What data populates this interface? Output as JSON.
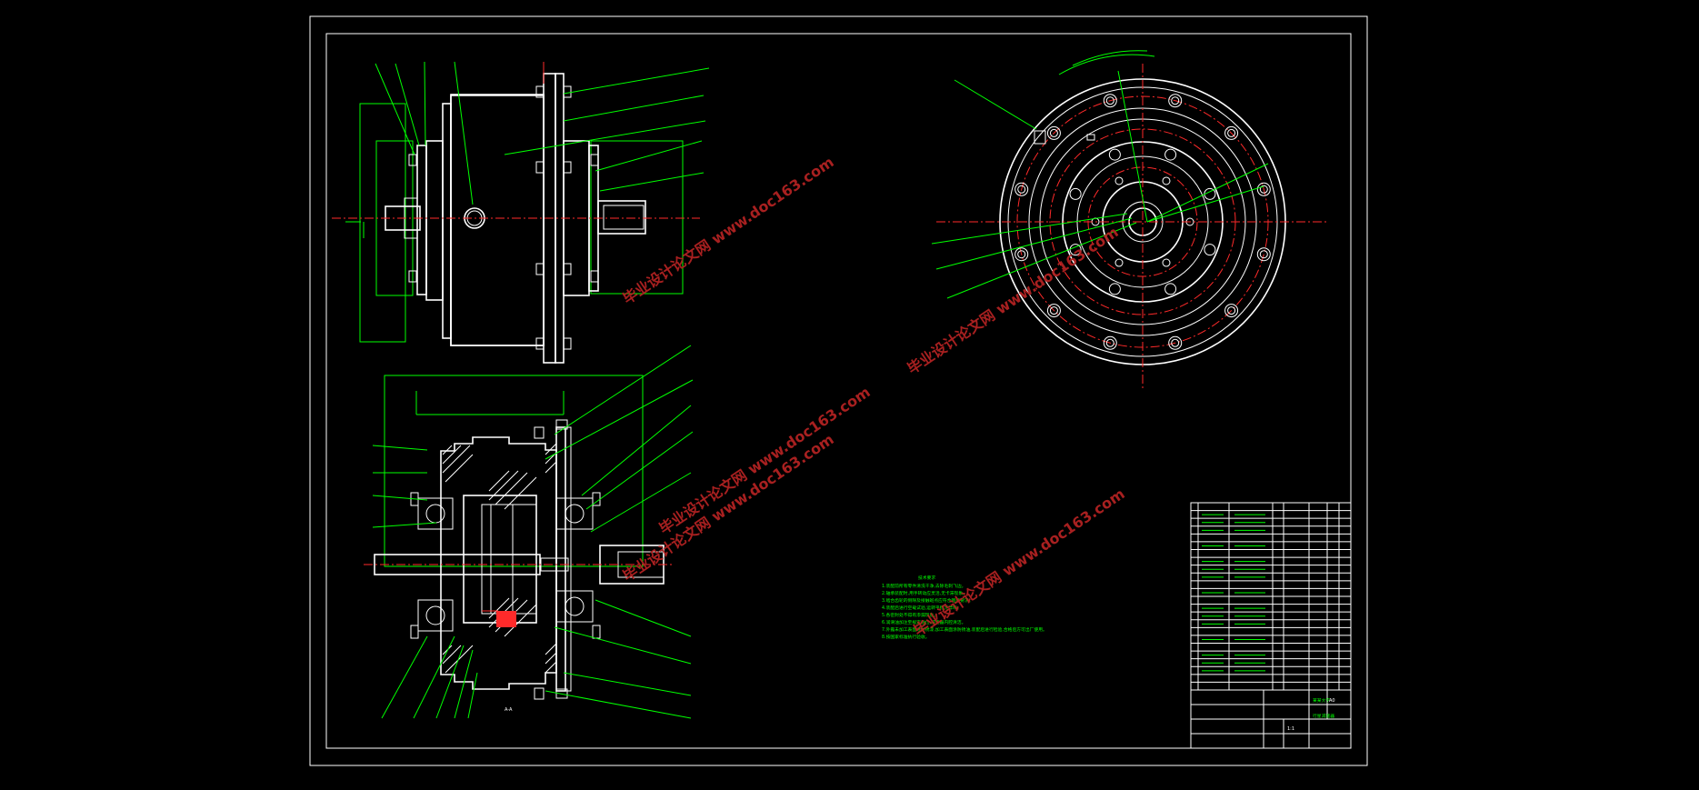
{
  "watermark": {
    "text": "毕业设计论文网 www.doc163.com"
  },
  "notes": {
    "title": "技术要求",
    "lines": [
      "1.装配前所有零件清洗干净,去除毛刺飞边。",
      "2.轴承装配时,用手转动应灵活,无卡滞现象。",
      "3.啮合齿轮的侧隙及接触斑点应符合图纸要求。",
      "4.装配后进行空载试验,运转平稳无异响。",
      "5.各密封处不得有渗漏现象。",
      "6.润滑油加注至规定油位,减速器内腔清洁。",
      "7.外露未加工表面涂防锈漆,加工表面涂防锈油,装配后进行检验,合格后方可出厂使用。",
      "8.按国家标准执行验收。"
    ]
  },
  "titleblock": {
    "part_name": "行星减速器",
    "school": "某某大学",
    "sheet": "A0",
    "scale": "1:1"
  },
  "colors": {
    "background": "#000000",
    "outline": "#ffffff",
    "annotation": "#00ff00",
    "centerline": "#ff2a2a",
    "watermark": "#b22222"
  }
}
